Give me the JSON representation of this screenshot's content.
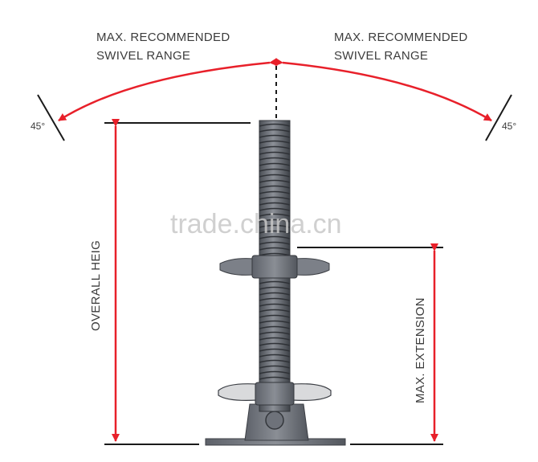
{
  "labels": {
    "swivel_left_line1": "MAX. RECOMMENDED",
    "swivel_left_line2": "SWIVEL RANGE",
    "swivel_right_line1": "MAX. RECOMMENDED",
    "swivel_right_line2": "SWIVEL RANGE",
    "angle_left": "45°",
    "angle_right": "45°",
    "overall_height": "OVERALL HEIG",
    "max_extension": "MAX. EXTENSION",
    "watermark": "trade.china.cn"
  },
  "colors": {
    "arrow": "#e8202a",
    "line": "#1a1a1a",
    "steel_dark": "#4c5058",
    "steel_mid": "#7a7e86",
    "steel_light": "#a4a8ae"
  }
}
